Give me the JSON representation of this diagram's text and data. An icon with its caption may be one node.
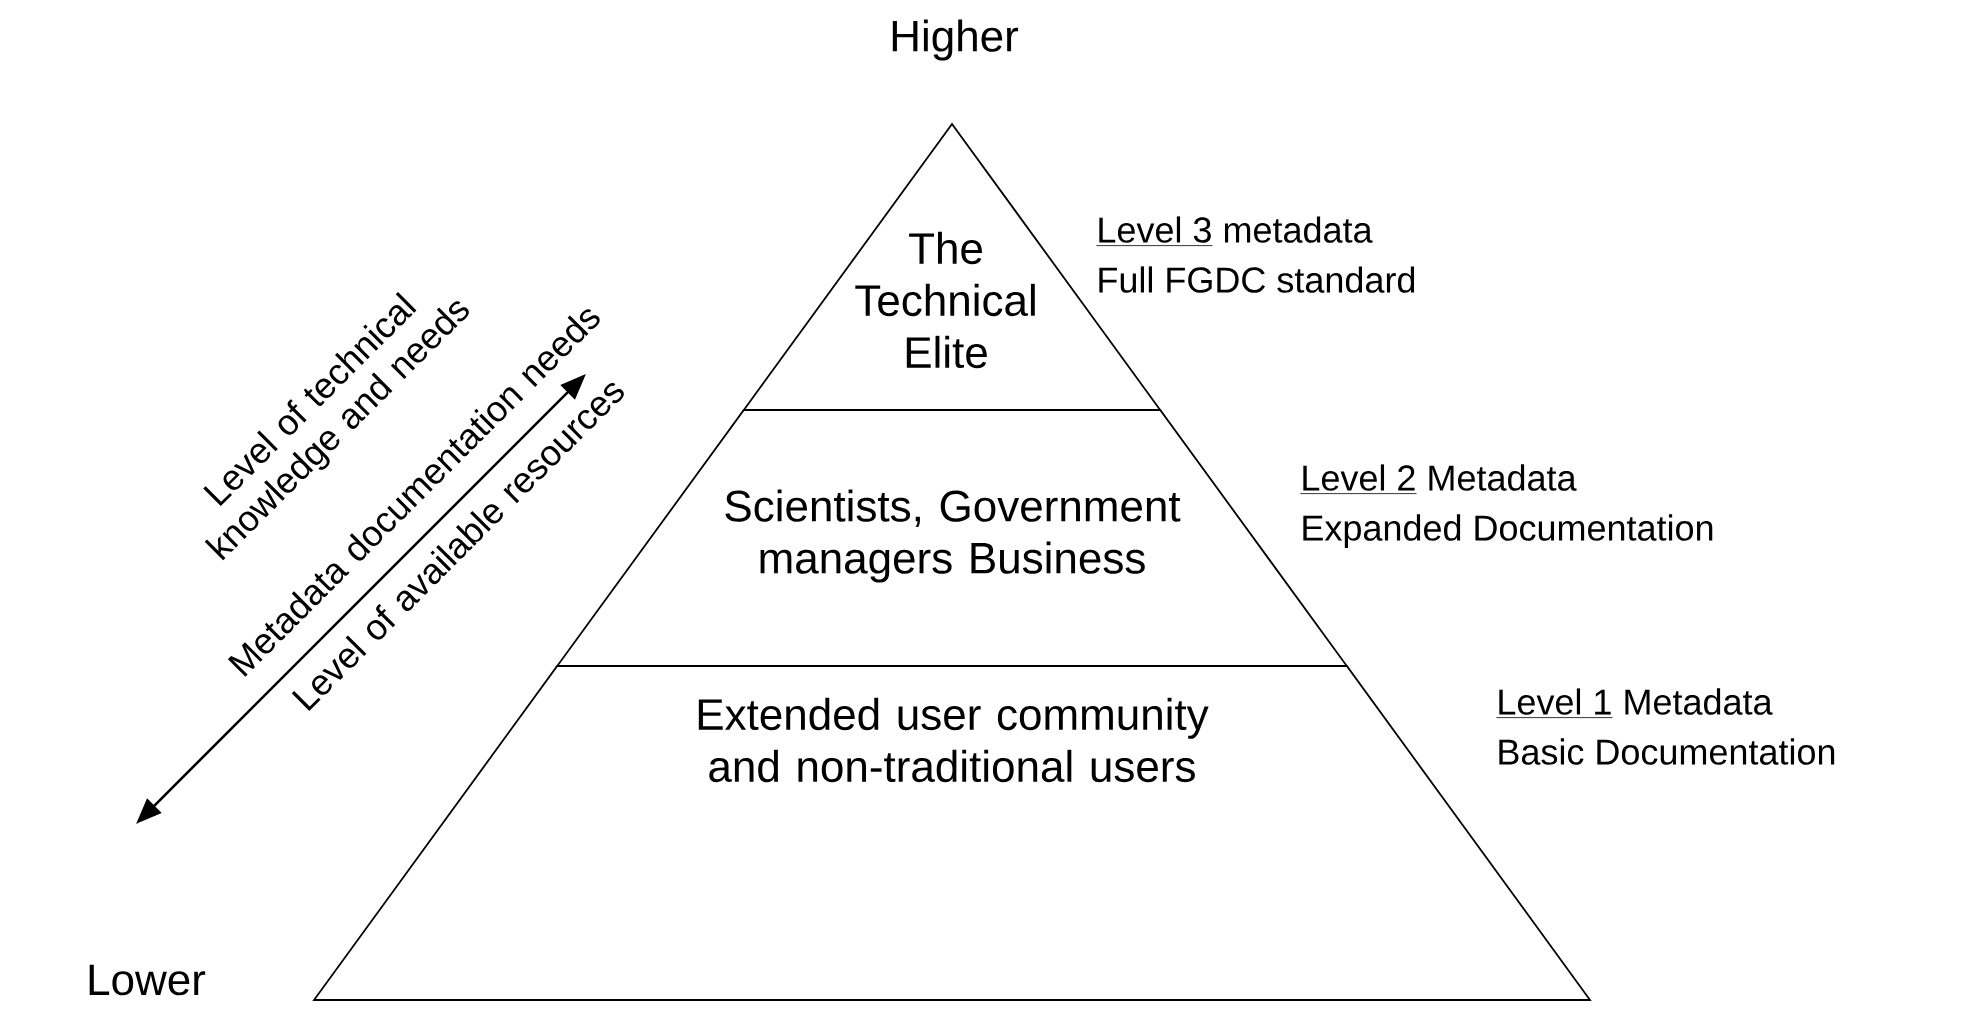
{
  "diagram": {
    "nodes": [
      {
        "text": [
          "The Technical Elite"
        ],
        "beside": [
          "Level 3",
          "metadata",
          "Full FGDC standard"
        ]
      },
      {
        "text": [
          "Scientists, Government managers Business"
        ],
        "beside": [
          "Level 2",
          "Metadata",
          "Expanded Documentation"
        ]
      },
      {
        "text": [
          "Extended user community and non-traditional users"
        ],
        "beside": [
          "Level 1",
          "Metadata",
          "Basic Documentation"
        ]
      }
    ],
    "edges": [],
    "labels": [
      "Higher",
      "Level of technical knowledge and needs",
      "Metadata documentation needs",
      "Level of available resources",
      "Lower"
    ]
  }
}
